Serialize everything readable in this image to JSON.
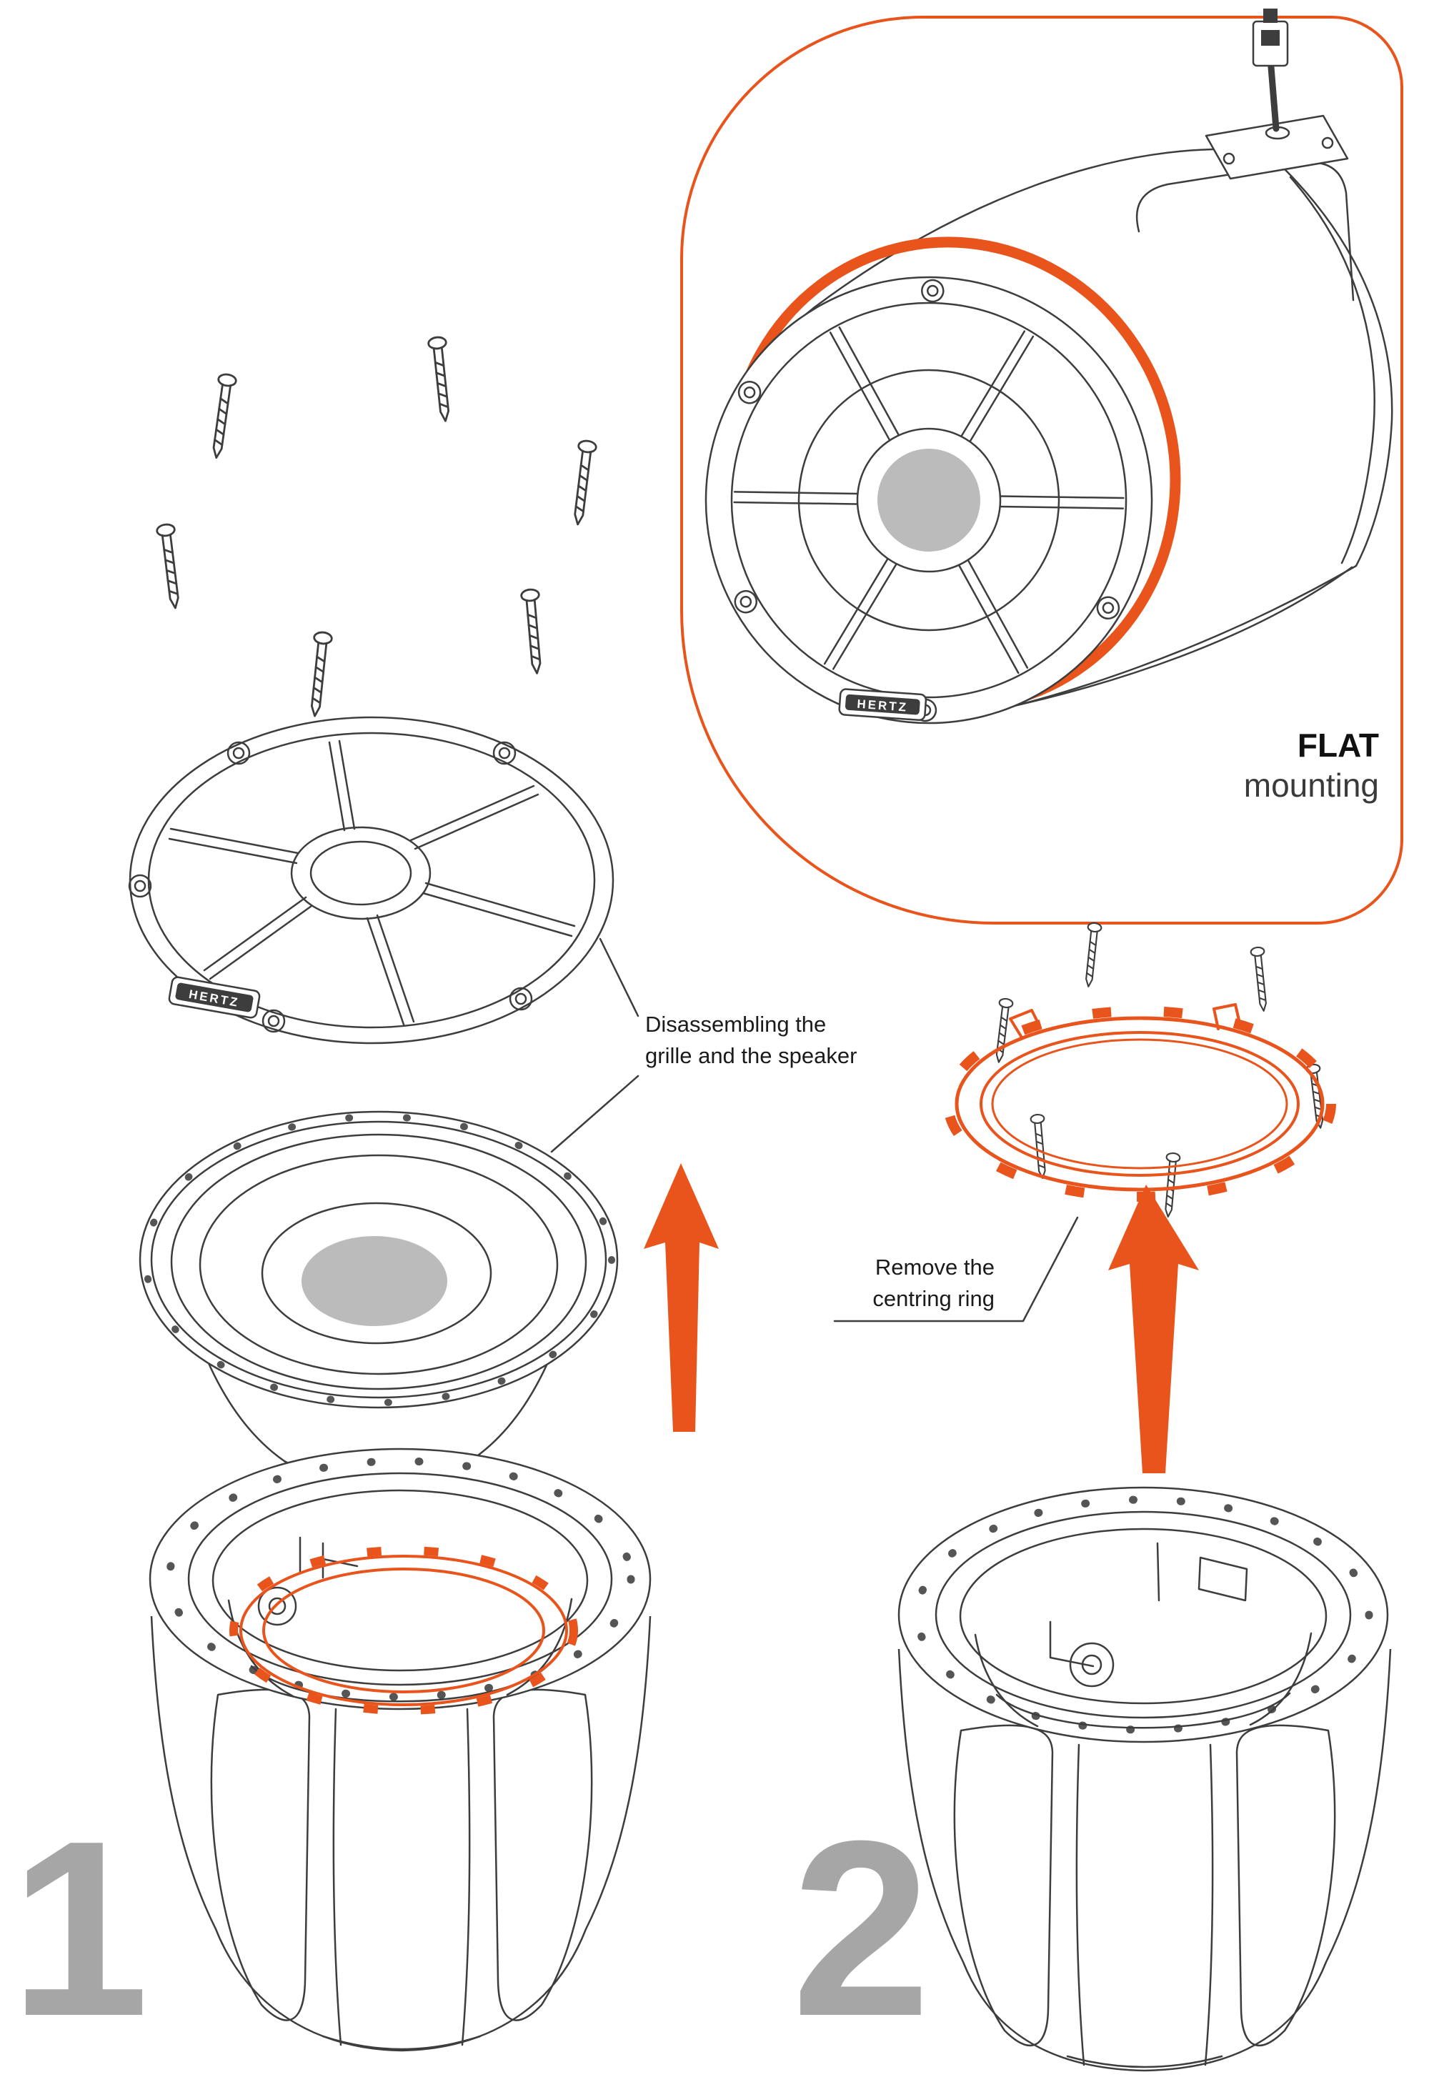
{
  "colors": {
    "orange": "#E8541B",
    "line": "#3D3D3D",
    "numeral_gray": "#A6A6A6",
    "cone_gray": "#BBBBBB"
  },
  "brand": "HERTZ",
  "callout": {
    "title": "FLAT",
    "subtitle": "mounting"
  },
  "step1": {
    "number": "1",
    "caption_line1": "Disassembling the",
    "caption_line2": "grille and the speaker"
  },
  "step2": {
    "number": "2",
    "caption_line1": "Remove the",
    "caption_line2": "centring ring"
  }
}
